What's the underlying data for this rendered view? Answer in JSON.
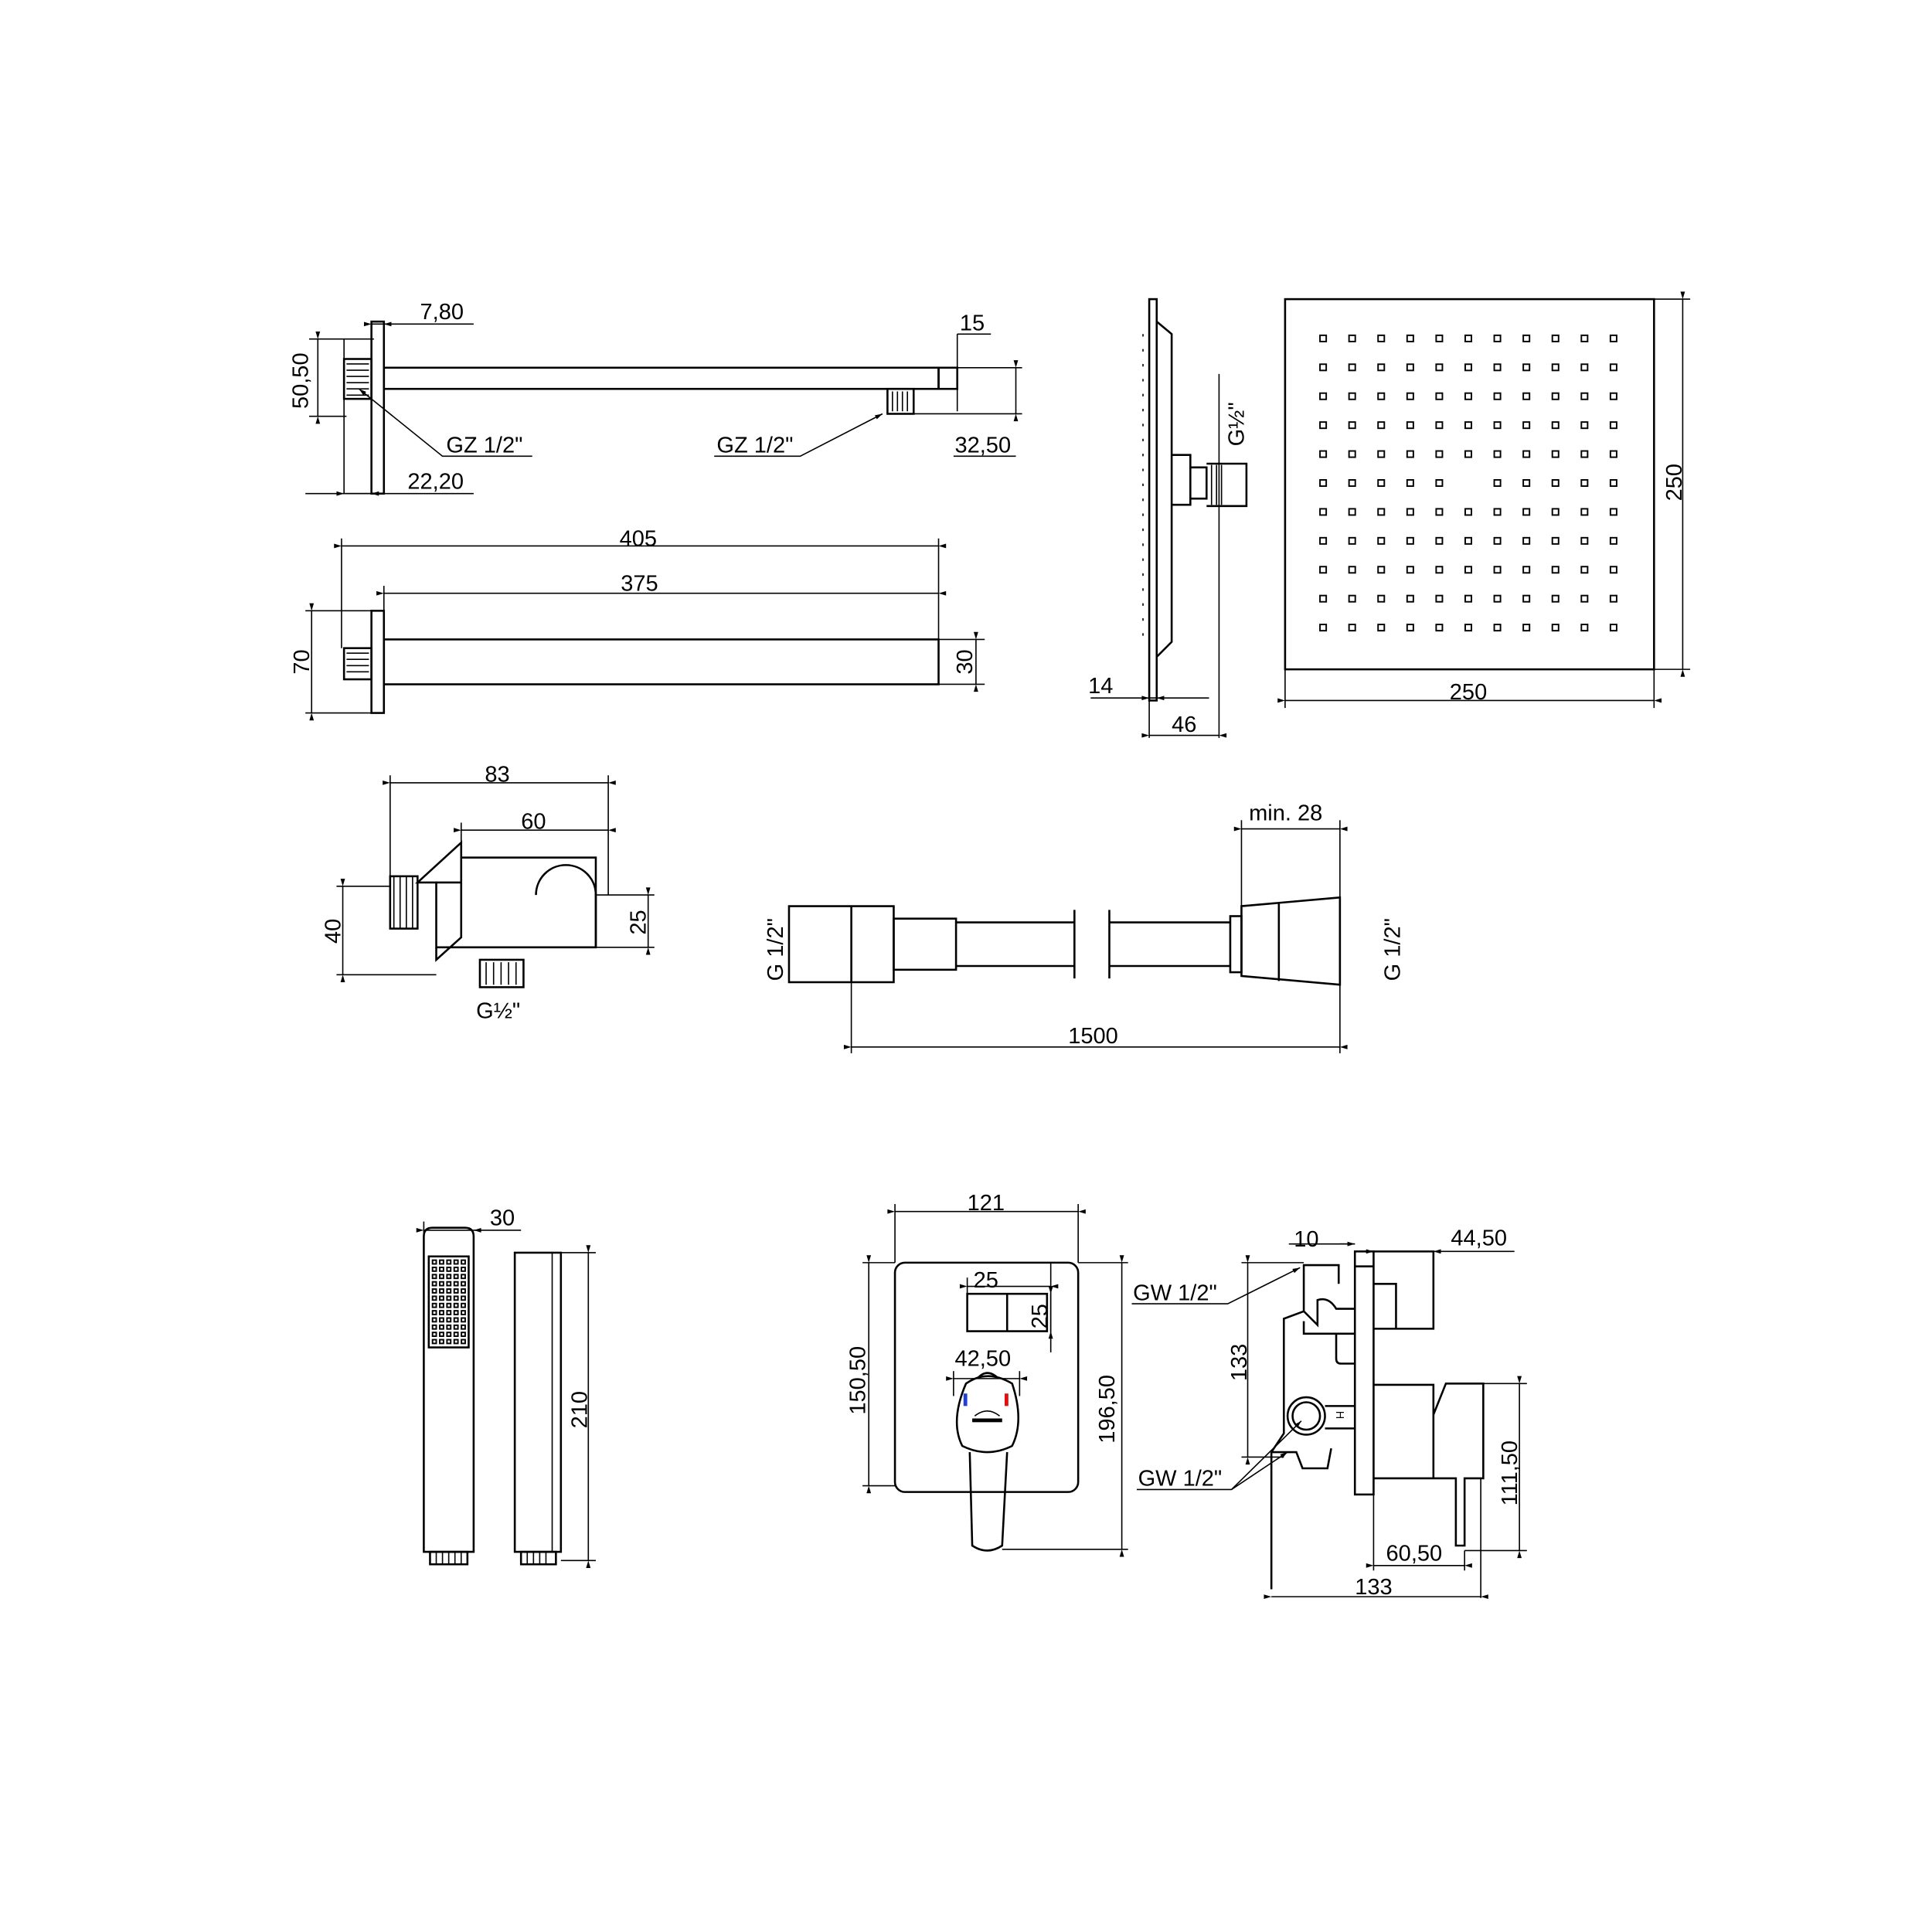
{
  "shower_arm": {
    "top_view": {
      "plate_thickness": "7,80",
      "plate_height": "50,50",
      "thread_depth": "22,20",
      "inlet_thread": "GZ 1/2\"",
      "outlet_thread": "GZ 1/2\"",
      "end_width": "15",
      "outlet_height": "32,50"
    },
    "side_view": {
      "total_length": "405",
      "arm_length": "375",
      "plate_height": "70",
      "arm_height": "30"
    }
  },
  "shower_head": {
    "side_view": {
      "thread": "G½\"",
      "plate_thickness": "14",
      "depth": "46"
    },
    "front_view": {
      "height": "250",
      "width": "250"
    }
  },
  "wall_outlet": {
    "length": "83",
    "body_length": "60",
    "height": "40",
    "holder_height": "25",
    "thread": "G½\""
  },
  "hose": {
    "left_thread": "G 1/2\"",
    "right_thread": "G 1/2\"",
    "length": "1500",
    "min_cone": "min. 28"
  },
  "hand_shower": {
    "width": "30",
    "length": "210"
  },
  "mixer_front": {
    "plate_width": "121",
    "diverter_width": "25",
    "diverter_height": "25",
    "handle_width": "42,50",
    "plate_height": "150,50",
    "total_height": "196,50"
  },
  "mixer_side": {
    "plate_depth": "10",
    "diverter_depth": "44,50",
    "inlet_top": "GW 1/2\"",
    "inlet_bottom": "GW 1/2\"",
    "body_height": "133",
    "handle_height": "111,50",
    "handle_depth": "60,50",
    "total_depth": "133",
    "hot_mark": "H"
  },
  "colors": {
    "cold": "#1f3fd8",
    "hot": "#e01010",
    "line": "#000000"
  }
}
